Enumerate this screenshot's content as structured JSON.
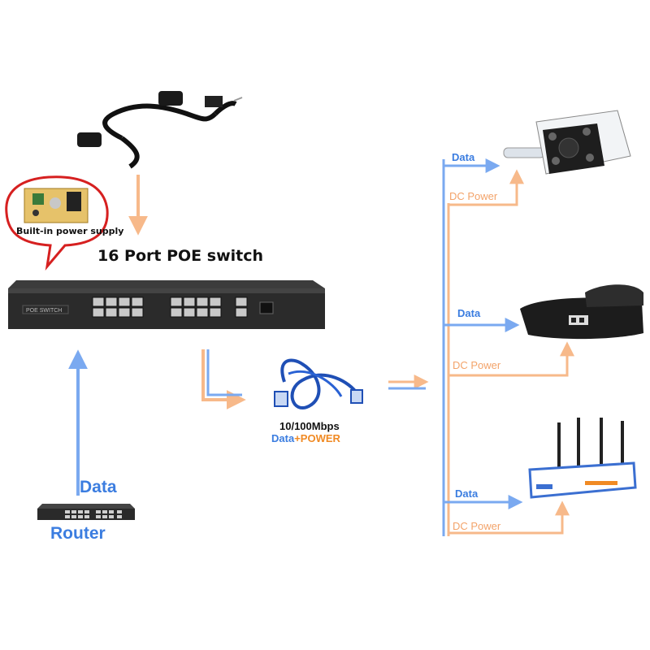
{
  "title": "16 Port POE switch",
  "power_bubble": {
    "label": "Built-in power supply"
  },
  "switch": {
    "label": "POE SWITCH"
  },
  "router": {
    "data_label": "Data",
    "name": "Router"
  },
  "cable": {
    "speed": "10/100Mbps",
    "data": "Data",
    "plus": "+",
    "power": "POWER"
  },
  "devices": [
    {
      "icon": "ip-camera-icon",
      "data_label": "Data",
      "power_label": "DC Power"
    },
    {
      "icon": "ip-phone-icon",
      "data_label": "Data",
      "power_label": "DC Power"
    },
    {
      "icon": "wifi-router-icon",
      "data_label": "Data",
      "power_label": "DC Power"
    }
  ],
  "colors": {
    "data": "#7aa9f0",
    "power": "#f7b98a",
    "data_text": "#3b7de0",
    "power_text": "#f3a36a"
  }
}
